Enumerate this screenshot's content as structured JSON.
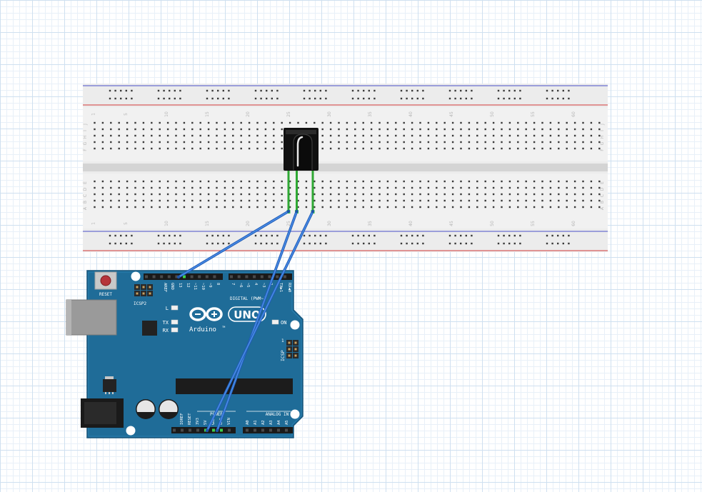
{
  "breadboard": {
    "column_numbers": [
      "1",
      "5",
      "10",
      "15",
      "20",
      "25",
      "30",
      "35",
      "40",
      "45",
      "50",
      "55",
      "60"
    ],
    "top_row_letters": [
      "J",
      "I",
      "H",
      "G",
      "F"
    ],
    "bottom_row_letters": [
      "E",
      "D",
      "C",
      "B",
      "A"
    ]
  },
  "arduino": {
    "reset_label": "RESET",
    "icsp2_label": "ICSP2",
    "icsp_label": "ICSP",
    "icsp_pin1": "1",
    "led_l": "L",
    "led_tx": "TX",
    "led_rx": "RX",
    "on_label": "ON",
    "logo_uno": "UNO",
    "logo_text": "Arduino",
    "trademark": "TM",
    "digital_label": "DIGITAL (PWM~)",
    "top_pins": [
      "AREF",
      "GND",
      "13",
      "12",
      "~11",
      "~10",
      "~9",
      "8",
      "7",
      "~6",
      "~5",
      "4",
      "~3",
      "2",
      "TX▶1",
      "RX◀0"
    ],
    "power_label": "POWER",
    "power_pins": [
      "IOREF",
      "RESET",
      "3V3",
      "5V",
      "GND",
      "GND",
      "VIN"
    ],
    "analog_label": "ANALOG IN",
    "analog_pins": [
      "A0",
      "A1",
      "A2",
      "A3",
      "A4",
      "A5"
    ]
  },
  "colors": {
    "board": "#1f6c98",
    "wire": "#2a6fd1",
    "wire_highlight": "#6aa4f0",
    "leg": "#2fa834",
    "breadboard": "#ececec",
    "rail_blue": "#4a50c8",
    "rail_red": "#d53a3a"
  }
}
